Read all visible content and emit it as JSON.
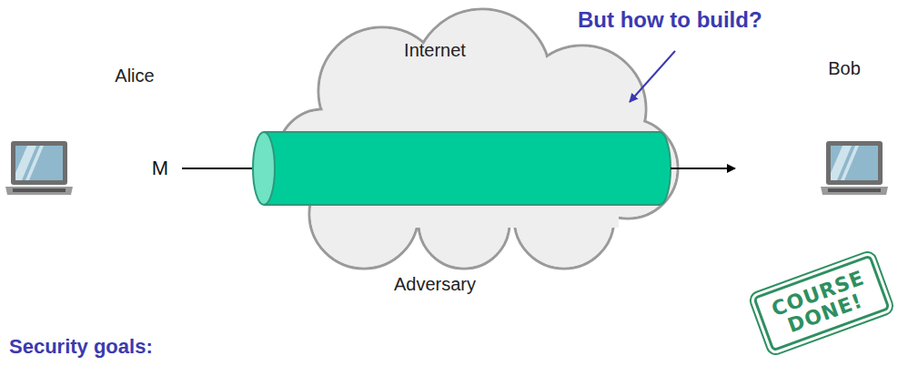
{
  "diagram": {
    "nodes": [
      {
        "text": [
          "COURSE DONE!"
        ]
      }
    ],
    "labels": [
      "Alice",
      "Internet",
      "But how to build?",
      "Bob",
      "M",
      "Adversary",
      "Security goals:"
    ]
  }
}
